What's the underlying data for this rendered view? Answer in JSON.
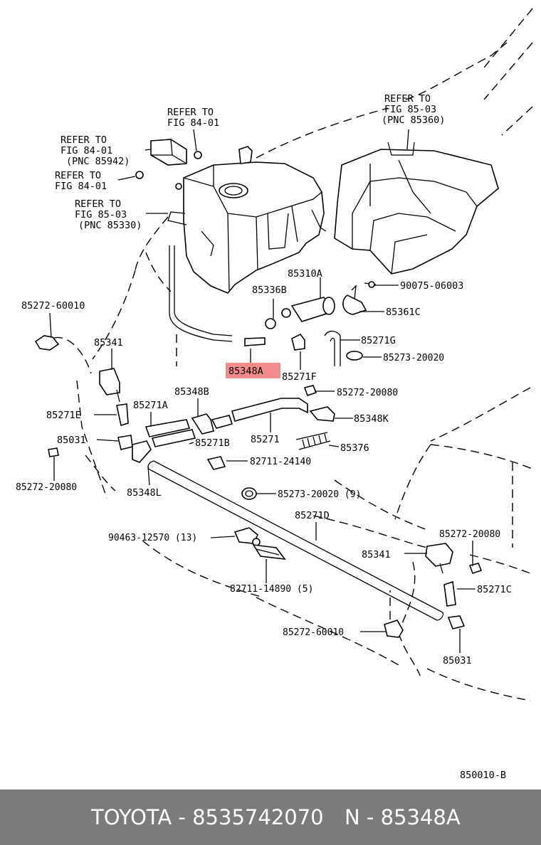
{
  "diagram": {
    "callouts": {
      "refer_8401_top": [
        "REFER TO",
        "FIG 84-01"
      ],
      "refer_8401_pnc": [
        "REFER TO",
        "FIG 84-01",
        "(PNC 85942)"
      ],
      "refer_8401_mid": [
        "REFER TO",
        "FIG 84-01"
      ],
      "refer_8503_pnc": [
        "REFER TO",
        "FIG 85-03",
        "(PNC 85330)"
      ],
      "refer_8503_right": [
        "REFER TO",
        "FIG 85-03",
        "(PNC 85360)"
      ]
    },
    "parts": [
      {
        "id": "p85310A",
        "label": "85310A"
      },
      {
        "id": "p85336B",
        "label": "85336B"
      },
      {
        "id": "p90075",
        "label": "90075-06003"
      },
      {
        "id": "p85361C",
        "label": "85361C"
      },
      {
        "id": "p85272_60010_left",
        "label": "85272-60010"
      },
      {
        "id": "p85271G",
        "label": "85271G"
      },
      {
        "id": "p85273_20020_top",
        "label": "85273-20020"
      },
      {
        "id": "p85341_left",
        "label": "85341"
      },
      {
        "id": "p85348A",
        "label": "85348A",
        "highlight": true
      },
      {
        "id": "p85271F",
        "label": "85271F"
      },
      {
        "id": "p85348B",
        "label": "85348B"
      },
      {
        "id": "p85272_20080_top",
        "label": "85272-20080"
      },
      {
        "id": "p85271E",
        "label": "85271E"
      },
      {
        "id": "p85271A",
        "label": "85271A"
      },
      {
        "id": "p85348K",
        "label": "85348K"
      },
      {
        "id": "p85031_left",
        "label": "85031"
      },
      {
        "id": "p85271",
        "label": "85271"
      },
      {
        "id": "p85271B",
        "label": "85271B"
      },
      {
        "id": "p85376",
        "label": "85376"
      },
      {
        "id": "p82711_24140",
        "label": "82711-24140"
      },
      {
        "id": "p85272_20080_left",
        "label": "85272-20080"
      },
      {
        "id": "p85348L",
        "label": "85348L"
      },
      {
        "id": "p85273_20020_9",
        "label": "85273-20020 (9)"
      },
      {
        "id": "p85271D",
        "label": "85271D"
      },
      {
        "id": "p85272_20080_right",
        "label": "85272-20080"
      },
      {
        "id": "p90463",
        "label": "90463-12570 (13)"
      },
      {
        "id": "p85341_right",
        "label": "85341"
      },
      {
        "id": "p82711_14890",
        "label": "82711-14890 (5)"
      },
      {
        "id": "p85271C",
        "label": "85271C"
      },
      {
        "id": "p85272_60010_bottom",
        "label": "85272-60010"
      },
      {
        "id": "p85031_right",
        "label": "85031"
      }
    ],
    "figure_code": "850010-B",
    "highlight_color": "#f28b8b"
  },
  "footer": {
    "brand_part": "TOYOTA - 8535742070",
    "ref": "N - 85348A"
  }
}
